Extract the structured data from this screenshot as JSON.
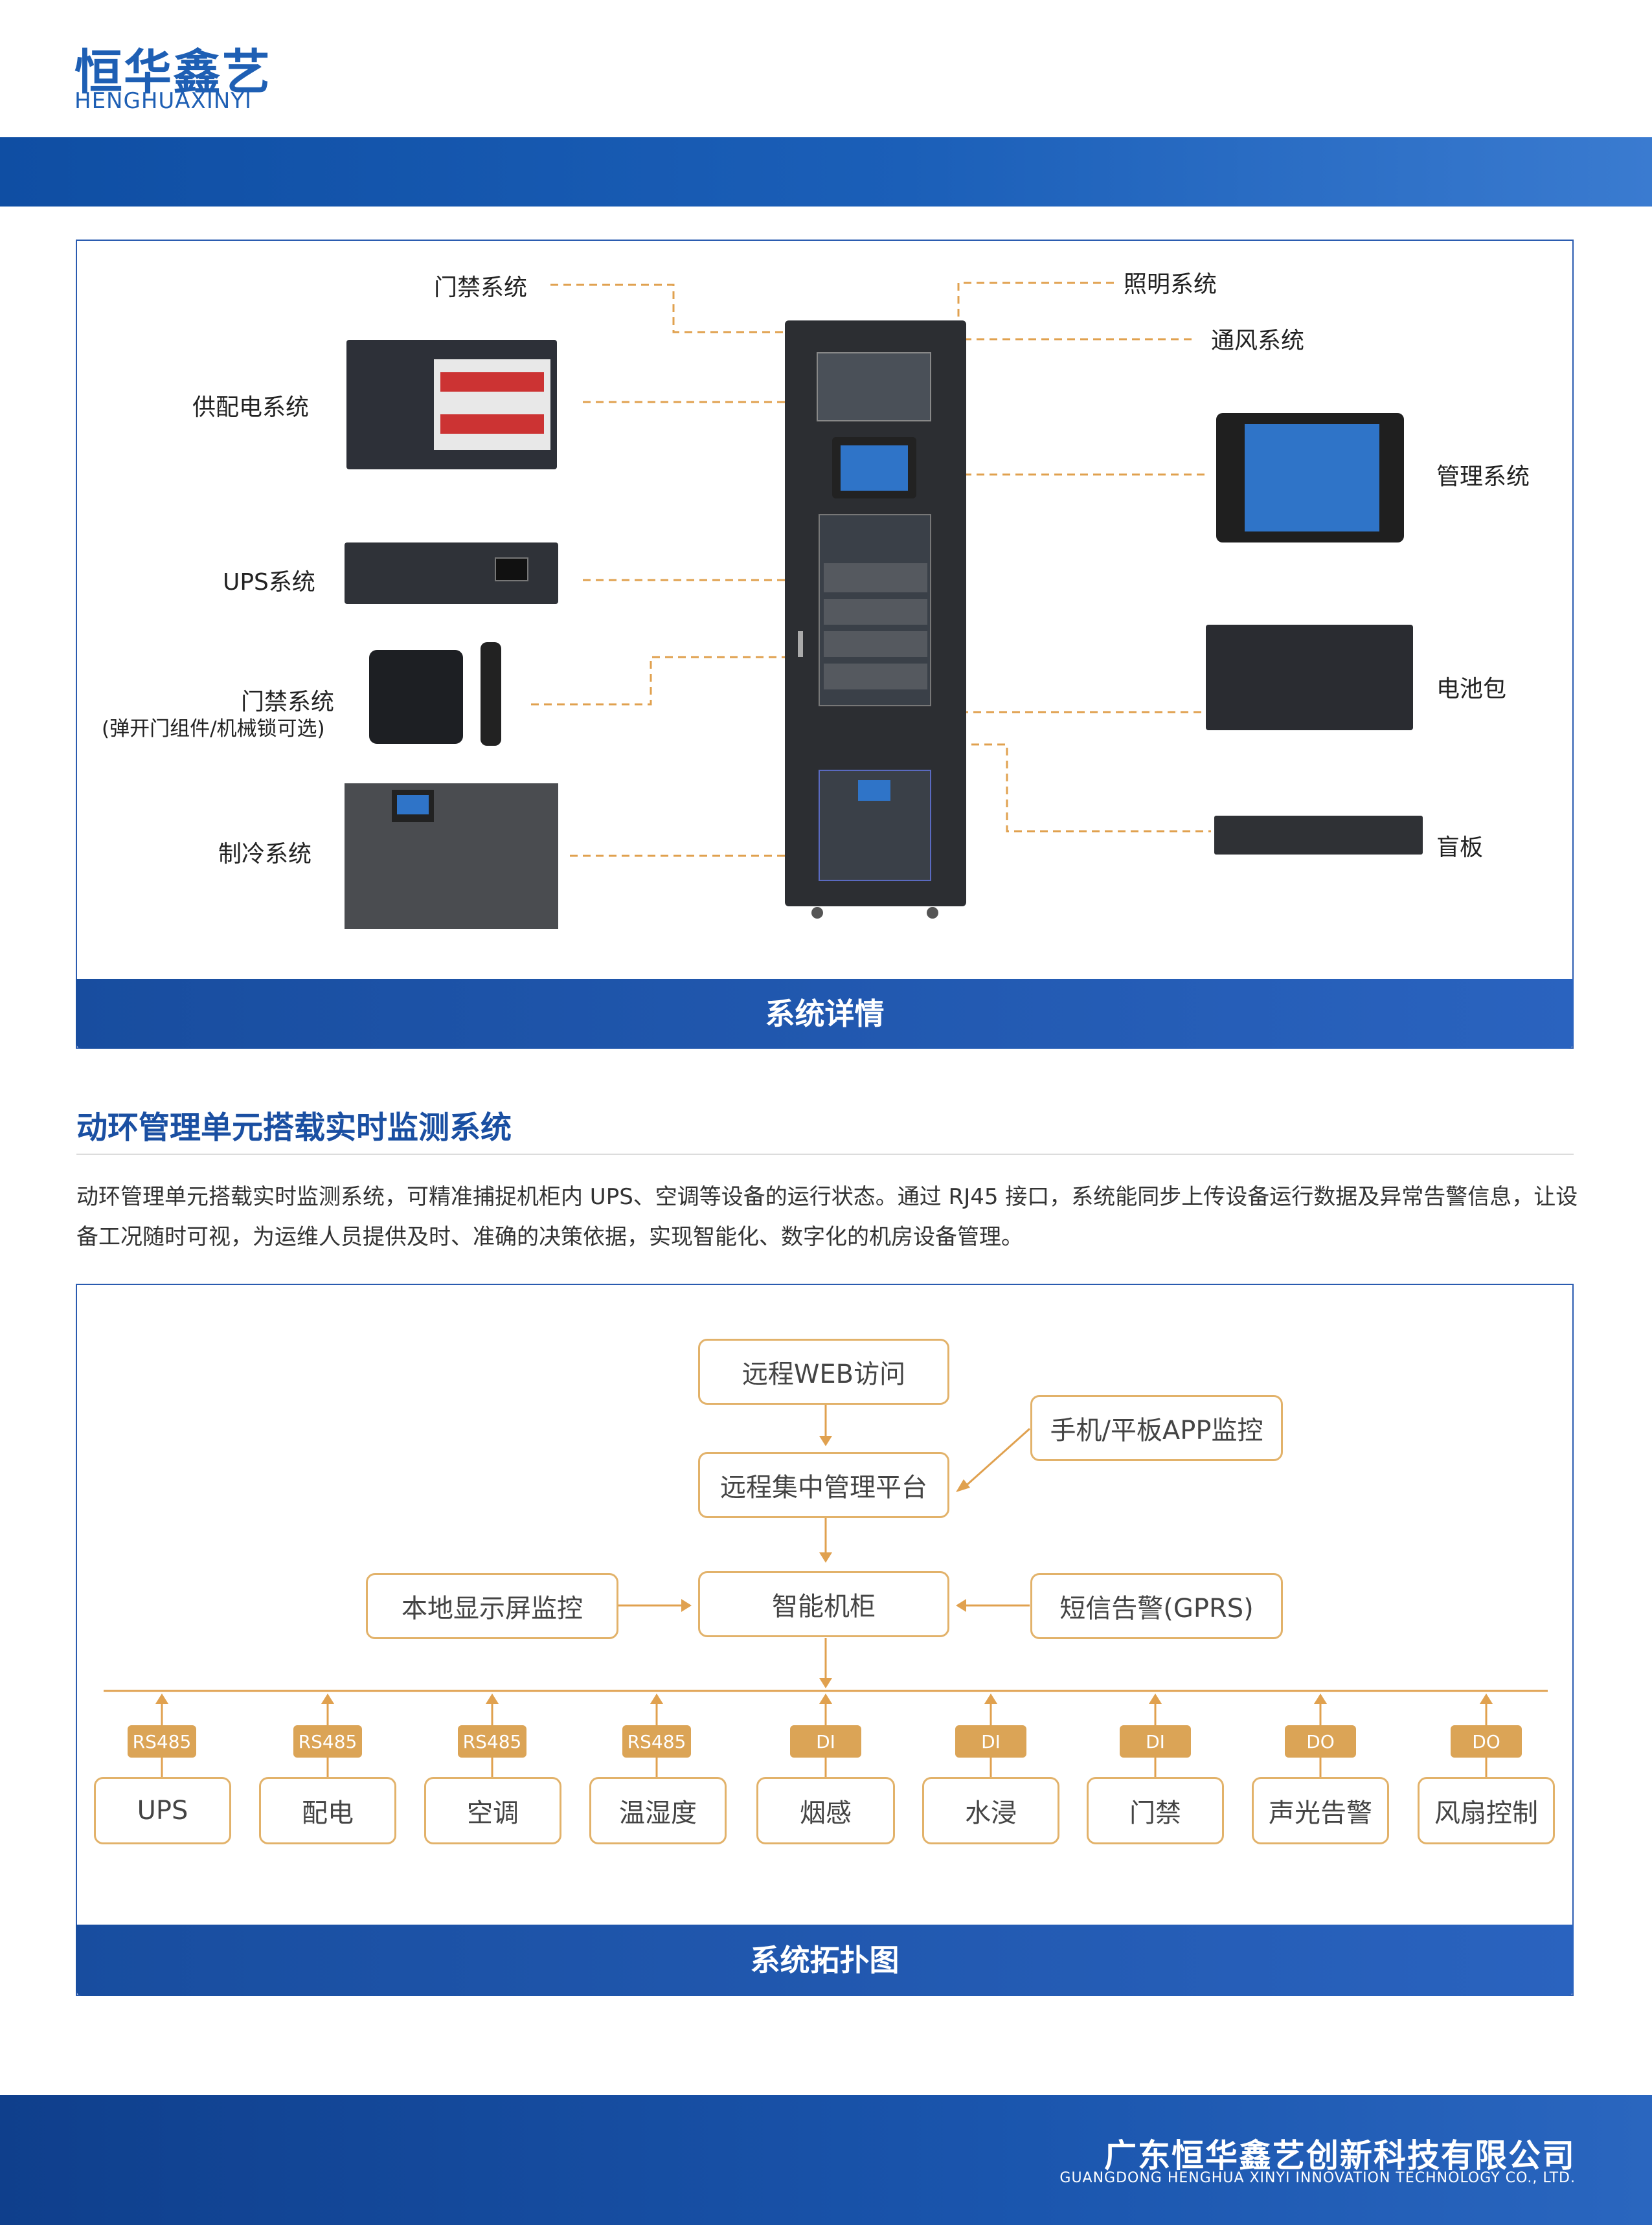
{
  "brand": {
    "name_cn": "恒华鑫艺",
    "name_en": "HENGHUAXINYI"
  },
  "system_panel": {
    "caption": "系统详情",
    "labels": {
      "access_top": "门禁系统",
      "lighting": "照明系统",
      "ventilation": "通风系统",
      "power": "供配电系统",
      "management": "管理系统",
      "ups": "UPS系统",
      "access": "门禁系统",
      "access_note": "(弹开门组件/机械锁可选)",
      "battery": "电池包",
      "cooling": "制冷系统",
      "blank_panel": "盲板"
    }
  },
  "section": {
    "title": "动环管理单元搭载实时监测系统",
    "body": "动环管理单元搭载实时监测系统，可精准捕捉机柜内 UPS、空调等设备的运行状态。通过 RJ45 接口，系统能同步上传设备运行数据及异常告警信息，让设备工况随时可视，为运维人员提供及时、准确的决策依据，实现智能化、数字化的机房设备管理。"
  },
  "topology": {
    "caption": "系统拓扑图",
    "web": "远程WEB访问",
    "app": "手机/平板APP监控",
    "platform": "远程集中管理平台",
    "local": "本地显示屏监控",
    "cabinet": "智能机柜",
    "sms": "短信告警(GPRS)",
    "devices": [
      {
        "name": "UPS",
        "port": "RS485"
      },
      {
        "name": "配电",
        "port": "RS485"
      },
      {
        "name": "空调",
        "port": "RS485"
      },
      {
        "name": "温湿度",
        "port": "RS485"
      },
      {
        "name": "烟感",
        "port": "DI"
      },
      {
        "name": "水浸",
        "port": "DI"
      },
      {
        "name": "门禁",
        "port": "DI"
      },
      {
        "name": "声光告警",
        "port": "DO"
      },
      {
        "name": "风扇控制",
        "port": "DO"
      }
    ]
  },
  "footer": {
    "company_cn": "广东恒华鑫艺创新科技有限公司",
    "company_en": "GUANGDONG HENGHUA XINYI INNOVATION TECHNOLOGY CO., LTD."
  },
  "colors": {
    "brand_blue": "#1e5fb4",
    "accent_orange": "#e0a14f",
    "node_border": "#e2b26a"
  }
}
